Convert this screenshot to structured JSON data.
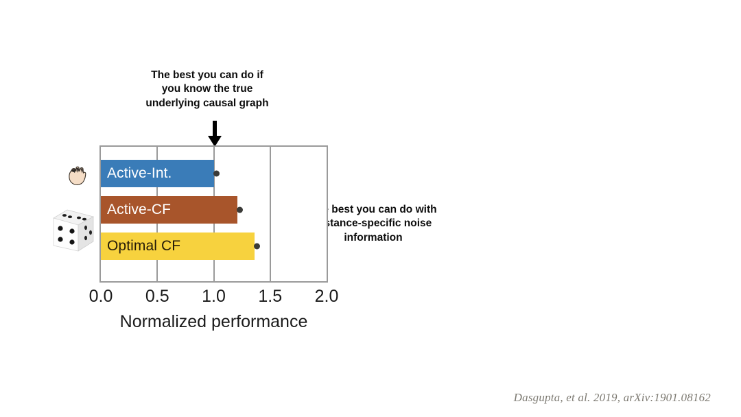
{
  "annotations": {
    "top": "The best you can do if\nyou know the true\nunderlying causal graph",
    "right": "The best you can do with\ninstance-specific noise\ninformation"
  },
  "citation": "Dasgupta, et al. 2019, arXiv:1901.08162",
  "icons": {
    "hand": "hand-icon",
    "dice": "dice-icon",
    "down_arrow": "down-arrow-icon",
    "gold_arrow": "gold-arrow-icon"
  },
  "colors": {
    "active_int": "#3a7cb8",
    "active_cf": "#a8552b",
    "optimal_cf": "#f7d23e",
    "frame": "#9a9a9a",
    "dot": "#3b3b38",
    "gold_arrow": "#f0b429",
    "citation": "#7d7a72"
  },
  "chart_data": {
    "type": "bar",
    "orientation": "horizontal",
    "title": "",
    "xlabel": "Normalized performance",
    "ylabel": "",
    "categories": [
      "Active-Int.",
      "Active-CF",
      "Optimal CF"
    ],
    "values": [
      1.0,
      1.21,
      1.36
    ],
    "series": [
      {
        "name": "Normalized performance",
        "values": [
          1.0,
          1.21,
          1.36
        ]
      }
    ],
    "bar_colors": [
      "#3a7cb8",
      "#a8552b",
      "#f7d23e"
    ],
    "label_colors": [
      "#ffffff",
      "#ffffff",
      "#241a08"
    ],
    "xlim": [
      0.0,
      2.0
    ],
    "xticks": [
      "0.0",
      "0.5",
      "1.0",
      "1.5",
      "2.0"
    ],
    "xtick_values": [
      0.0,
      0.5,
      1.0,
      1.5,
      2.0
    ],
    "grid": true,
    "gridlines": [
      0.5,
      1.0,
      1.5
    ],
    "legend": "none",
    "markers": {
      "type": "endpoint-dot",
      "values": [
        1.0,
        1.21,
        1.36
      ]
    },
    "reference_marker": {
      "label": "down-arrow",
      "value": 1.0
    }
  }
}
